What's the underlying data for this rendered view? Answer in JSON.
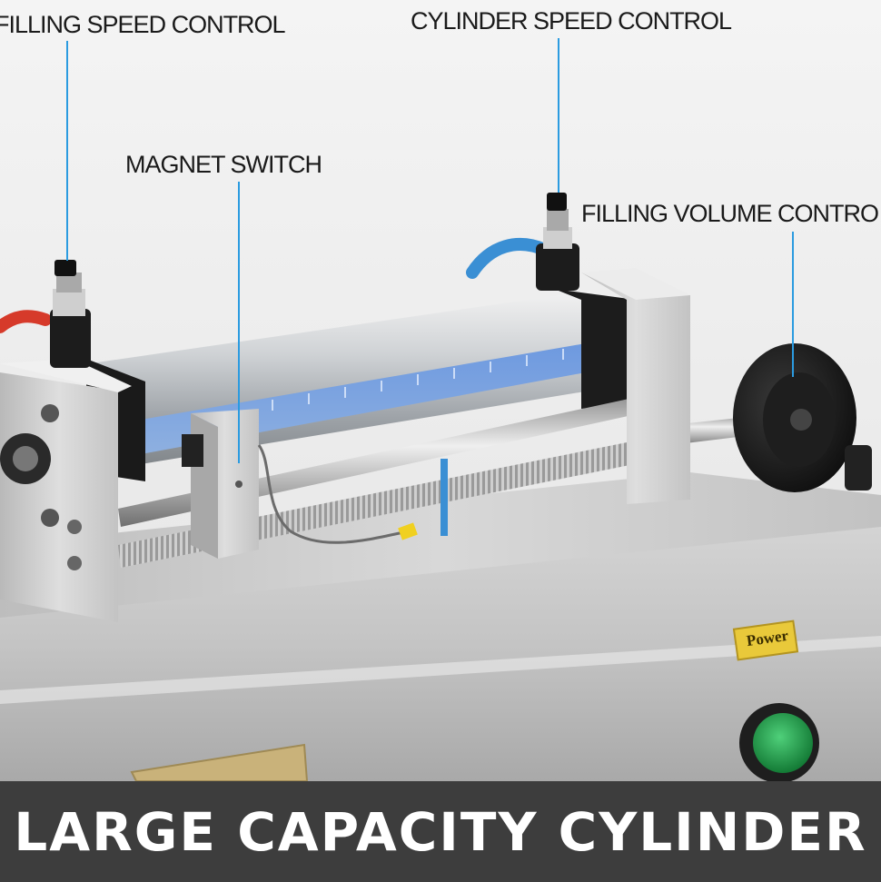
{
  "callouts": {
    "filling_speed": "FILLING SPEED CONTROL",
    "cylinder_speed": "CYLINDER SPEED CONTROL",
    "magnet_switch": "MAGNET SWITCH",
    "filling_volume": "FILLING VOLUME CONTRO"
  },
  "panel": {
    "power_label": "Power"
  },
  "banner": {
    "title": "LARGE CAPACITY CYLINDER"
  },
  "colors": {
    "leader_line": "#2b9be0",
    "banner_bg": "#3d3d3d",
    "power_button": "#1f9a4a"
  }
}
